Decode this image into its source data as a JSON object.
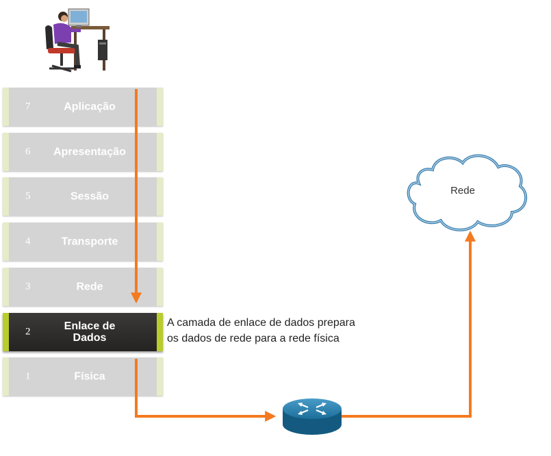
{
  "layers": [
    {
      "number": "7",
      "name": "Aplicação"
    },
    {
      "number": "6",
      "name": "Apresentação"
    },
    {
      "number": "5",
      "name": "Sessão"
    },
    {
      "number": "4",
      "name": "Transporte"
    },
    {
      "number": "3",
      "name": "Rede"
    },
    {
      "number": "2",
      "name": "Enlace de\nDados"
    },
    {
      "number": "1",
      "name": "Física"
    }
  ],
  "active_layer": "2",
  "description": {
    "line1": "A camada de enlace de dados prepara",
    "line2": "os dados de rede para a rede física"
  },
  "cloud_label": "Rede",
  "colors": {
    "arrow": "#f47a20",
    "layer_bg": "#d4d4d4",
    "layer_edge": "#e6ebc8",
    "active_bg": "#2f2e2c",
    "active_edge": "#b8cc2c",
    "cloud_stroke": "#3e7fae",
    "router": "#1b6f9a"
  },
  "icons": [
    "user-at-computer-icon",
    "router-icon",
    "network-cloud-icon"
  ]
}
